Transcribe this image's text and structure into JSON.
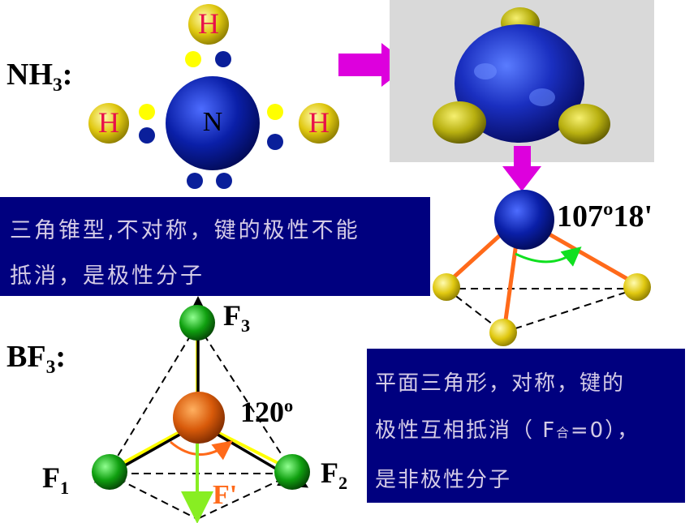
{
  "nh3": {
    "formula": "NH",
    "formula_sub": "3",
    "formula_colon": ":",
    "center_atom": "N",
    "h_label": "H",
    "description_line1": "三角锥型,不对称，键的极性不能",
    "description_line2": "抵消，是极性分子",
    "bond_angle": "107º18'"
  },
  "bf3": {
    "formula": "BF",
    "formula_sub": "3",
    "formula_colon": ":",
    "f1": "F",
    "f1_sub": "1",
    "f2": "F",
    "f2_sub": "2",
    "f3": "F",
    "f3_sub": "3",
    "angle": "120",
    "angle_sup": "o",
    "resultant": "F'",
    "description_line1": "平面三角形，对称，键的",
    "description_line2a": "极性互相抵消（ F",
    "description_line2_sub": "合",
    "description_line2b": "=0），",
    "description_line3": "是非极性分子"
  },
  "colors": {
    "box_bg": "#00007f",
    "box_text": "#d4cbe6",
    "n_blue": "#0a1fa8",
    "h_yellow": "#e6d21a",
    "h_text": "#e8104a",
    "electron_yellow": "#ffff00",
    "electron_blue": "#0a1f9a",
    "arrow_magenta": "#dd00dd",
    "bond_orange": "#ff6a1a",
    "angle_green": "#10e020",
    "b_orange": "#d85a0a",
    "f_green": "#10a010",
    "resultant_green": "#88ee22",
    "resultant_label": "#ff6a1a"
  }
}
